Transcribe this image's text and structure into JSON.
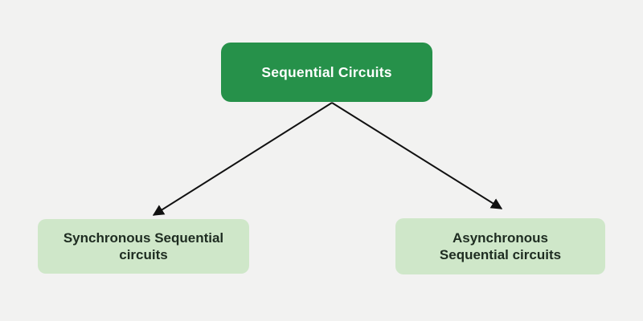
{
  "diagram": {
    "root": {
      "label": "Sequential Circuits"
    },
    "left_child": {
      "line1": "Synchronous Sequential",
      "line2": "circuits"
    },
    "right_child": {
      "line1": "Asynchronous",
      "line2": "Sequential circuits"
    },
    "colors": {
      "background": "#f2f2f1",
      "root_bg": "#26914a",
      "root_text": "#ffffff",
      "child_bg": "#cfe7c9",
      "child_text": "#1e2c21",
      "arrow": "#111111"
    }
  }
}
